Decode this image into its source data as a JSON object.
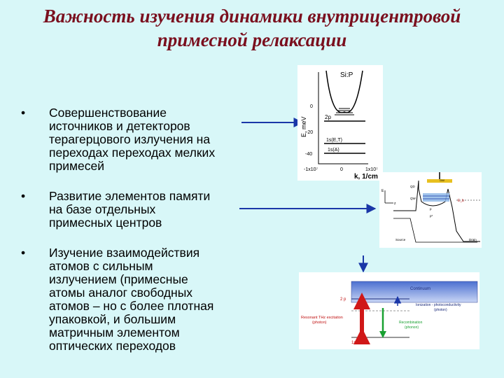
{
  "title_line1": "Важность изучения динамики внутрицентровой",
  "title_line2": "примесной релаксации",
  "bullets": [
    {
      "marker": "•",
      "lines": [
        "Совершенствование",
        "источников и детекторов",
        "терагерцового излучения на",
        "переходах переходах мелких",
        "примесей"
      ]
    },
    {
      "marker": "•",
      "lines": [
        "Развитие элементов памяти",
        "на базе отдельных",
        "примесных центров"
      ]
    },
    {
      "marker": "•",
      "lines": [
        "Изучение взаимодействия",
        "атомов с сильным",
        "излучением (примесные",
        "атомы аналог свободных",
        "атомов – но с более плотная",
        "упаковкой, и большим",
        "матричным элементом",
        "оптических переходов"
      ]
    }
  ],
  "fig1": {
    "title": "Si:P",
    "y_ticks": [
      "0",
      "-20",
      "-40"
    ],
    "x_ticks": [
      "-1x10⁷",
      "0",
      "1x10⁷"
    ],
    "y_label": "E, meV",
    "x_label": "k, 1/cm",
    "levels": [
      "2p",
      "1s(E,T)",
      "1s(A)"
    ]
  },
  "fig2": {
    "labels": [
      "QD",
      "QW",
      "p",
      "Source",
      "Drain",
      "E",
      "z",
      "E_b",
      "p*",
      "GW"
    ]
  },
  "fig3": {
    "continuum": "Continuum",
    "level_2p": "2 p",
    "level_1s": "1s",
    "ionization": "Ionization - photoconductivity",
    "ionization_sub": "(photon)",
    "recombination": "Recombination",
    "recombination_sub": "(phonon)",
    "excitation": "Resonant THz excitation",
    "excitation_sub": "(photon)"
  }
}
